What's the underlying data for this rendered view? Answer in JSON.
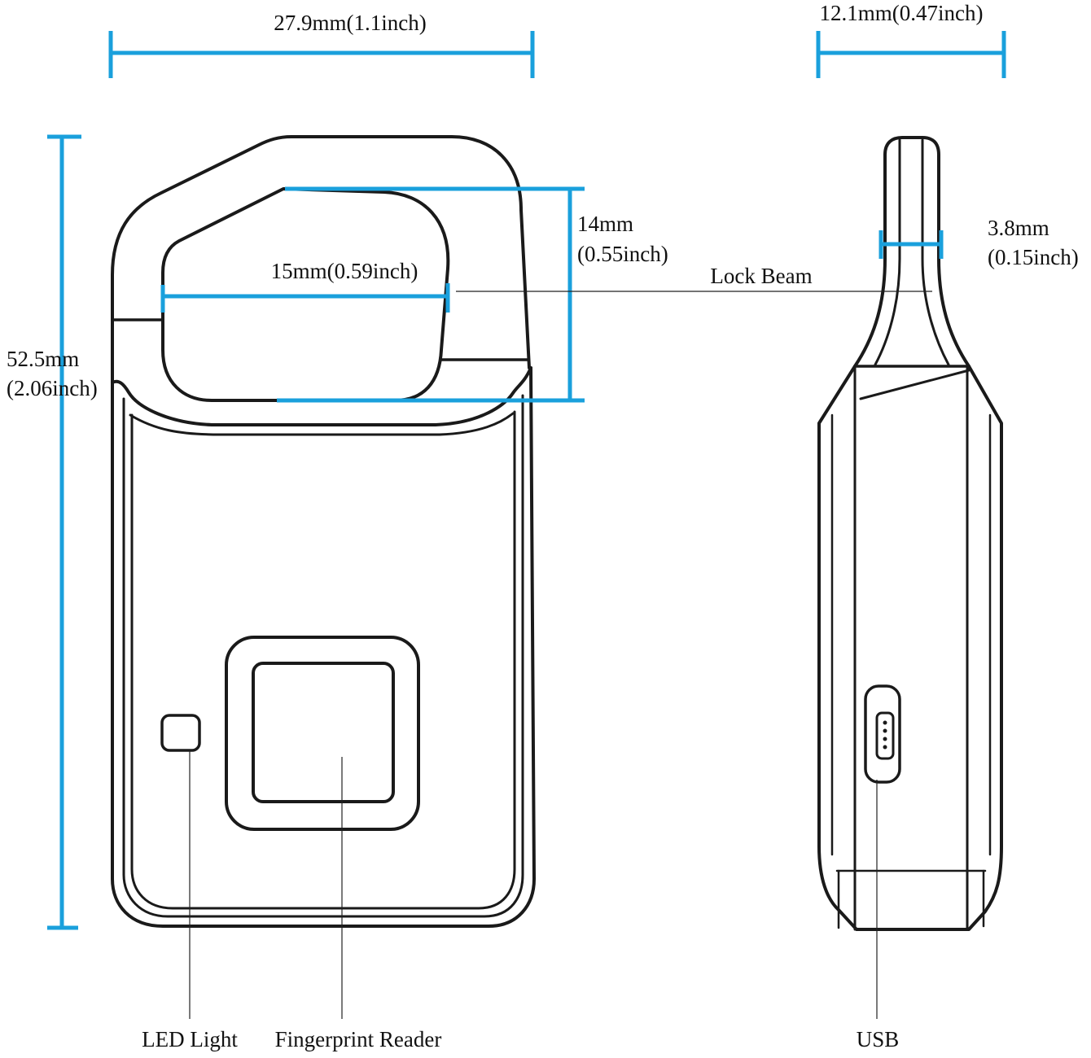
{
  "colors": {
    "dimension": "#1aa0dc",
    "outline": "#1a1a1a",
    "background": "#ffffff"
  },
  "dimensions": {
    "width": "27.9mm(1.1inch)",
    "depth": "12.1mm(0.47inch)",
    "height_mm": "52.5mm",
    "height_in": "(2.06inch)",
    "beam_width": "15mm(0.59inch)",
    "beam_height_mm": "14mm",
    "beam_height_in": "(0.55inch)",
    "beam_thickness_mm": "3.8mm",
    "beam_thickness_in": "(0.15inch)"
  },
  "callouts": {
    "lock_beam": "Lock Beam",
    "led_light": "LED Light",
    "fingerprint_reader": "Fingerprint Reader",
    "usb": "USB"
  },
  "icons": [
    "padlock-front-view-icon",
    "padlock-side-view-icon",
    "usb-port-icon"
  ]
}
